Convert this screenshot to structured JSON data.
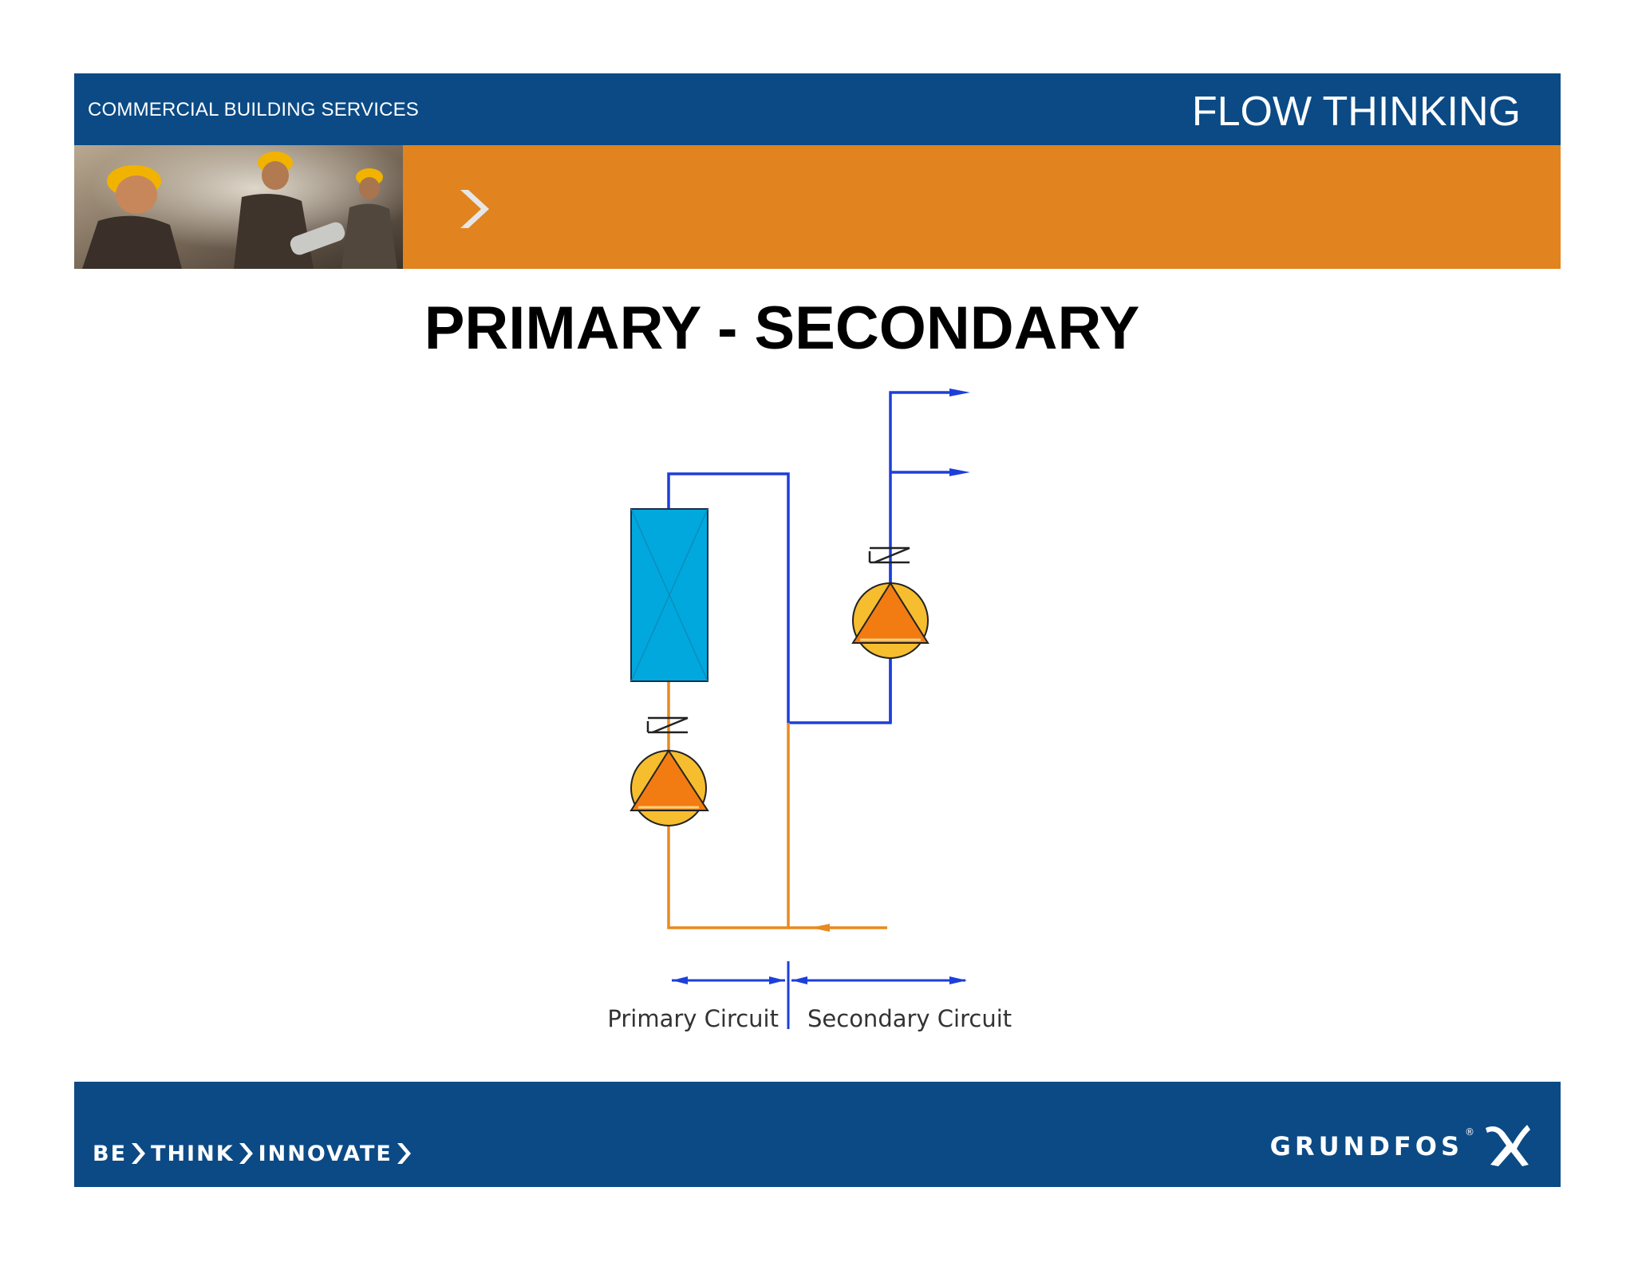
{
  "header": {
    "left_label": "COMMERCIAL BUILDING SERVICES",
    "right_label": "FLOW THINKING"
  },
  "banner": {
    "photo": "construction-workers-photo",
    "chevron_icon": "chevron-right-icon"
  },
  "slide": {
    "title": "PRIMARY - SECONDARY"
  },
  "diagram": {
    "labels": {
      "primary": "Primary Circuit",
      "secondary": "Secondary Circuit"
    },
    "colors": {
      "supply_pipe": "#1d3fd9",
      "return_pipe": "#e88a1e",
      "boiler": "#00a8dd",
      "pump_body": "#f6bd2e",
      "pump_triangle": "#f27b12"
    },
    "icons": [
      "boiler",
      "check-valve-icon",
      "pump-icon",
      "arrow-icon"
    ]
  },
  "footer": {
    "slogan": [
      "BE",
      "THINK",
      "INNOVATE"
    ],
    "brand": "GRUNDFOS",
    "brand_reg": "®",
    "brand_icon": "grundfos-logo-icon"
  }
}
